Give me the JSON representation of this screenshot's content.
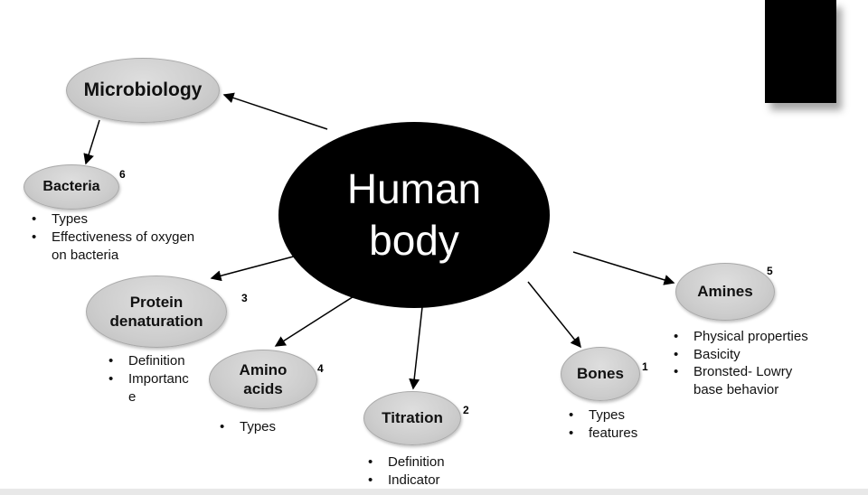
{
  "center": {
    "line1": "Human",
    "line2": "body"
  },
  "nodes": {
    "microbiology": {
      "label": "Microbiology"
    },
    "bacteria": {
      "label": "Bacteria",
      "number": "6",
      "bullets": [
        "Types",
        "Effectiveness of oxygen",
        "on bacteria"
      ]
    },
    "protein": {
      "line1": "Protein",
      "line2": "denaturation",
      "number": "3",
      "bullets": [
        "Definition",
        "Importanc",
        "e"
      ]
    },
    "amino": {
      "line1": "Amino",
      "line2": "acids",
      "number": "4",
      "bullets": [
        "Types"
      ]
    },
    "titration": {
      "label": "Titration",
      "number": "2",
      "bullets": [
        "Definition",
        "Indicator"
      ]
    },
    "bones": {
      "label": "Bones",
      "number": "1",
      "bullets": [
        "Types",
        "features"
      ]
    },
    "amines": {
      "label": "Amines",
      "number": "5",
      "bullets": [
        "Physical properties",
        "Basicity",
        "Bronsted- Lowry",
        "base behavior"
      ]
    }
  },
  "bullet_char": "•"
}
